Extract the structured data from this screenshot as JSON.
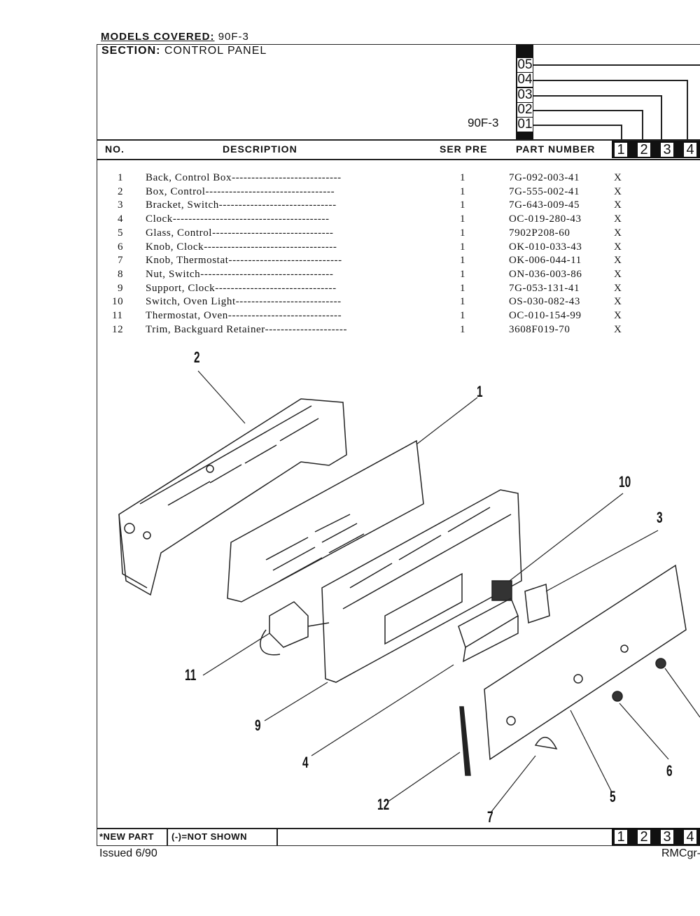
{
  "header": {
    "models_covered_label": "MODELS COVERED:",
    "models_covered_value": "90F-3",
    "section_label": "SECTION:",
    "section_value": "CONTROL PANEL",
    "model_code": "90F-3",
    "revision_codes": [
      "05",
      "04",
      "03",
      "02",
      "01"
    ]
  },
  "columns": {
    "no": "NO.",
    "description": "DESCRIPTION",
    "ser_pre": "SER PRE",
    "part_number": "PART NUMBER",
    "model_columns": [
      "1",
      "2",
      "3",
      "4"
    ]
  },
  "parts": [
    {
      "no": "1",
      "description": "Back, Control Box----------------------------",
      "qty": "1",
      "part_number": "7G-092-003-41",
      "mark": "X"
    },
    {
      "no": "2",
      "description": "Box, Control---------------------------------",
      "qty": "1",
      "part_number": "7G-555-002-41",
      "mark": "X"
    },
    {
      "no": "3",
      "description": "Bracket, Switch------------------------------",
      "qty": "1",
      "part_number": "7G-643-009-45",
      "mark": "X"
    },
    {
      "no": "4",
      "description": "Clock----------------------------------------",
      "qty": "1",
      "part_number": "OC-019-280-43",
      "mark": "X"
    },
    {
      "no": "5",
      "description": "Glass, Control-------------------------------",
      "qty": "1",
      "part_number": "7902P208-60",
      "mark": "X"
    },
    {
      "no": "6",
      "description": "Knob, Clock----------------------------------",
      "qty": "1",
      "part_number": "OK-010-033-43",
      "mark": "X"
    },
    {
      "no": "7",
      "description": "Knob, Thermostat-----------------------------",
      "qty": "1",
      "part_number": "OK-006-044-11",
      "mark": "X"
    },
    {
      "no": "8",
      "description": "Nut, Switch----------------------------------",
      "qty": "1",
      "part_number": "ON-036-003-86",
      "mark": "X"
    },
    {
      "no": "9",
      "description": "Support, Clock-------------------------------",
      "qty": "1",
      "part_number": "7G-053-131-41",
      "mark": "X"
    },
    {
      "no": "10",
      "description": "Switch, Oven Light---------------------------",
      "qty": "1",
      "part_number": "OS-030-082-43",
      "mark": "X"
    },
    {
      "no": "11",
      "description": "Thermostat, Oven-----------------------------",
      "qty": "1",
      "part_number": "OC-010-154-99",
      "mark": "X"
    },
    {
      "no": "12",
      "description": "Trim, Backguard Retainer---------------------",
      "qty": "1",
      "part_number": "3608F019-70",
      "mark": "X"
    }
  ],
  "diagram": {
    "callouts": [
      "2",
      "1",
      "10",
      "3",
      "11",
      "9",
      "4",
      "12",
      "7",
      "5",
      "6"
    ]
  },
  "footer": {
    "new_part": "*NEW PART",
    "not_shown": "(-)=NOT SHOWN",
    "model_columns": [
      "1",
      "2",
      "3",
      "4"
    ],
    "issued": "Issued  6/90",
    "code": "RMCgr-"
  }
}
